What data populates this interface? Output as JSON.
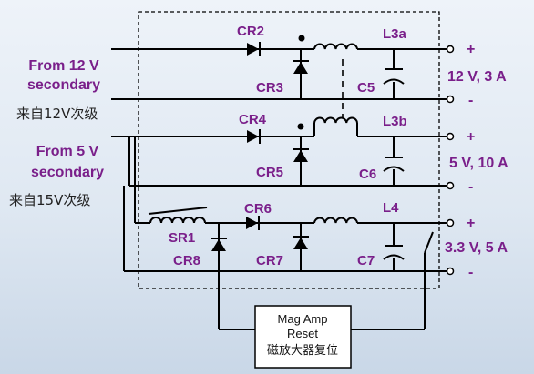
{
  "inputs": {
    "input_12v_line1": "From 12 V",
    "input_12v_line2": "secondary",
    "input_12v_cn": "来自12V次级",
    "input_5v_line1": "From 5 V",
    "input_5v_line2": "secondary",
    "input_5v_cn": "来自15V次级"
  },
  "components": {
    "cr2": "CR2",
    "cr3": "CR3",
    "cr4": "CR4",
    "cr5": "CR5",
    "cr6": "CR6",
    "cr7": "CR7",
    "cr8": "CR8",
    "sr1": "SR1",
    "l3a": "L3a",
    "l3b": "L3b",
    "l4": "L4",
    "c5": "C5",
    "c6": "C6",
    "c7": "C7"
  },
  "outputs": {
    "out1": "12 V, 3 A",
    "out2": "5 V, 10 A",
    "out3": "3.3 V, 5 A",
    "plus": "+",
    "minus": "-"
  },
  "reset_box": {
    "line1": "Mag Amp",
    "line2": "Reset",
    "line3": "磁放大器复位"
  },
  "colors": {
    "background": "#dfe8f2",
    "label": "#7a1f8a",
    "wire": "#000000"
  }
}
